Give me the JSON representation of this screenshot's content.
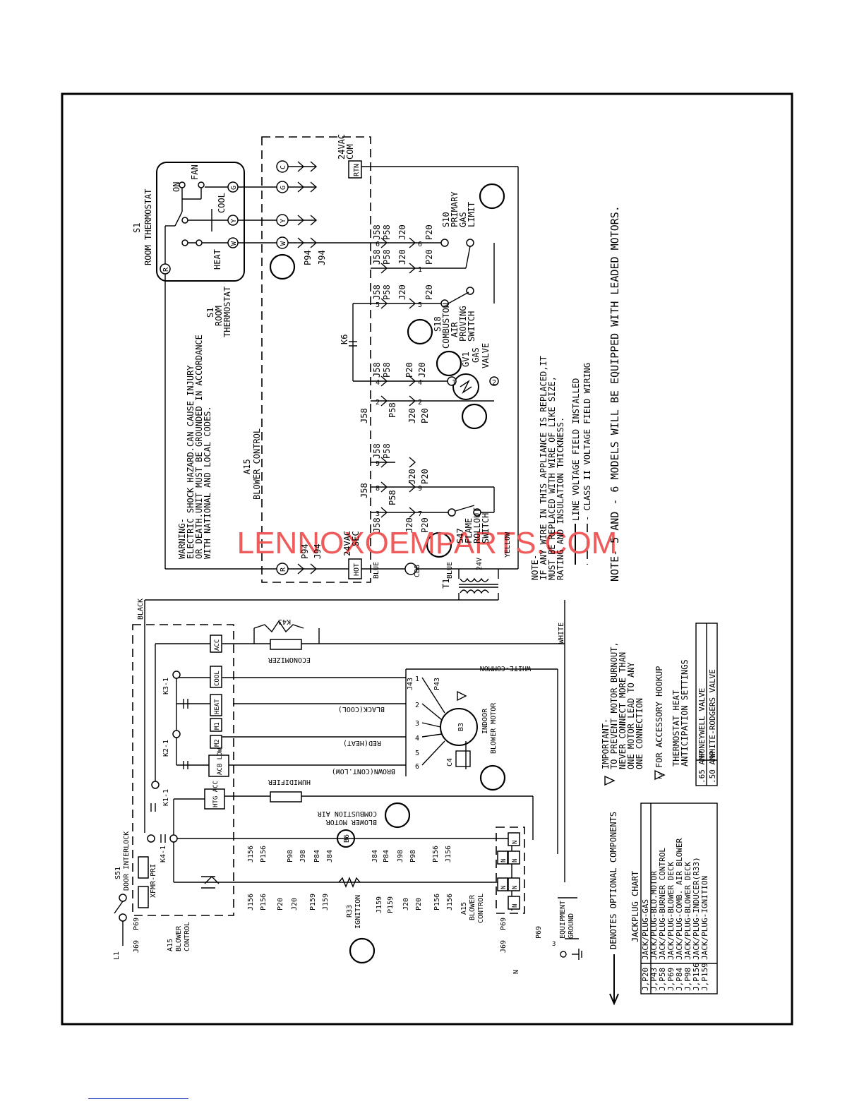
{
  "diagram": {
    "watermark": "LENNOXOEMPARTS.COM",
    "note_leaded": "NOTE- 5 AND - 6 MODELS WILL BE EQUIPPED WITH LEADED MOTORS.",
    "note_wire": [
      "NOTE-",
      "IF ANY WIRE IN THIS APPLIANCE IS REPLACED,IT",
      "MUST BE REPLACED WITH WIRE OF LIKE SIZE,",
      "RATING AND INSULATION THICKNESS."
    ],
    "legend_line_voltage": "LINE VOLTAGE FIELD INSTALLED",
    "legend_class2": "- CLASS II VOLTAGE FIELD WIRING",
    "warning": [
      "WARNING-",
      "ELECTRIC SHOCK HAZARD.CAN CAUSE INJURY",
      "OR DEATH.UNIT MUST BE GROUNDED IN ACCORDANCE",
      "WITH NATIONAL AND LOCAL CODES."
    ],
    "optional_components": "DENOTES OPTIONAL COMPONENTS",
    "important": [
      "IMPORTANT-",
      "TO PREVENT MOTOR BURNOUT,",
      "NEVER CONNECT MORE THAN",
      "ONE MOTOR LEAD TO ANY",
      "ONE CONNECTION"
    ],
    "accessory_hookup": "FOR ACCESSORY HOOKUP",
    "anticipation_title": [
      "THERMOSTAT HEAT",
      "ANTICIPATION SETTINGS"
    ],
    "anticipation_rows": [
      [
        ".65 AMP",
        "HONEYWELL VALVE"
      ],
      [
        ".50 AMP",
        "WHITE-RODGERS VALVE"
      ]
    ],
    "jackplug_title": "JACKPLUG CHART",
    "jackplug_rows": [
      [
        "J,P20",
        "JACK/PLUG-GAS"
      ],
      [
        "J,P43",
        "JACK/PLUG-BLO.MOTOR"
      ],
      [
        "J,P58",
        "JACK/PLUG-BURNER CONTROL"
      ],
      [
        "J,P69",
        "JACK/PLUG-BLOWER DECK"
      ],
      [
        "J,P84",
        "JACK/PLUG-COMB. AIR BLOWER"
      ],
      [
        "J,P98",
        "JACK/PLUG-BLOWER DECK"
      ],
      [
        "J,P156",
        "JACK/PLUG-INDUCER(R33)"
      ],
      [
        "J,P159",
        "JACK/PLUG-IGNITION"
      ]
    ],
    "thermostat": {
      "title": [
        "S1",
        "ROOM THERMOSTAT"
      ],
      "on": "ON",
      "fan": "FAN",
      "cool": "COOL",
      "heat": "HEAT",
      "terminals": [
        "R",
        "W",
        "Y",
        "G",
        "C"
      ]
    },
    "thermostat_ref": [
      "S1",
      "ROOM",
      "THERMOSTAT"
    ],
    "blower_control_top": [
      "A15",
      "BLOWER CONTROL"
    ],
    "blower_control_bottom_left": [
      "A15",
      "BLOWER",
      "CONTROL"
    ],
    "blower_control_bottom": [
      "A15",
      "BLOWER",
      "CONTROL"
    ],
    "vac_com": [
      "24VAC",
      "COM"
    ],
    "vac_sec": [
      "24VAC",
      "SEC"
    ],
    "rtn": "RTN",
    "hot": "HOT",
    "s10": [
      "S10",
      "PRIMARY",
      "GAS",
      "LIMIT"
    ],
    "s18": [
      "S18",
      "COMBUSTON",
      "AIR",
      "PROVING",
      "SWITCH"
    ],
    "gv1": [
      "GV1",
      "GAS",
      "VALVE"
    ],
    "s47": [
      "S47",
      "FLAME",
      "ROLLOUT",
      "SWITCH"
    ],
    "k6": "K6",
    "cb8": "CB8",
    "t1": "T1",
    "wire_blue": "BLUE",
    "wire_yellow": "YELLOW",
    "wire_black": "BLACK",
    "wire_white": "WHITE",
    "wire_24v": "24V",
    "white_common": "WHITE-COMMON",
    "economizer": "ECONOMIZER",
    "humidifier": "HUMIDIFIER",
    "k43": "K43",
    "wire_black_cool": "BLACK(COOL)",
    "wire_red_heat": "RED(HEAT)",
    "wire_brown_low": "BROWN(CONT.LOW)",
    "indoor_blower": [
      "INDOOR",
      "BLOWER MOTOR"
    ],
    "b3": "B3",
    "c4": "C4",
    "combustion_blower": [
      "COMBUSTION AIR",
      "BLOWER MOTOR"
    ],
    "b6": "B6",
    "r33": [
      "R33",
      "IGNITION"
    ],
    "s51": [
      "S51",
      "DOOR INTERLOCK"
    ],
    "xfmr": "XFMR-PRI",
    "k4": "K4-1",
    "k1": "K1-1",
    "k2": "K2-1",
    "k3": "K3-1",
    "l1": "L1",
    "n": "N",
    "equipment_ground": [
      "EQUIPMENT",
      "GROUND"
    ],
    "control_terms": [
      "ACC",
      "COOL",
      "HEAT",
      "M1",
      "M2",
      "ACB LOW",
      "HTG ACC"
    ],
    "n_terms": [
      "N",
      "N",
      "N",
      "N",
      "N",
      "N"
    ],
    "plug_top": [
      "P94",
      "J94"
    ],
    "plug_bottom": [
      "P94",
      "J94"
    ],
    "plug_j58": "J58",
    "plug_p58": "P58",
    "plug_j20": "J20",
    "plug_p20": "P20",
    "plug_j43": "J43",
    "plug_p43": "P43",
    "plug_j69": "J69",
    "plug_p69": "P69",
    "plug_j156": "J156",
    "plug_p156": "P156",
    "plug_j159": "J159",
    "plug_p159": "P159",
    "plug_j84": "J84",
    "plug_p84": "P84",
    "plug_j98": "J98",
    "plug_p98": "P98",
    "pin_labels": [
      "1",
      "2",
      "3",
      "4",
      "5",
      "6",
      "7",
      "8",
      "9"
    ]
  }
}
